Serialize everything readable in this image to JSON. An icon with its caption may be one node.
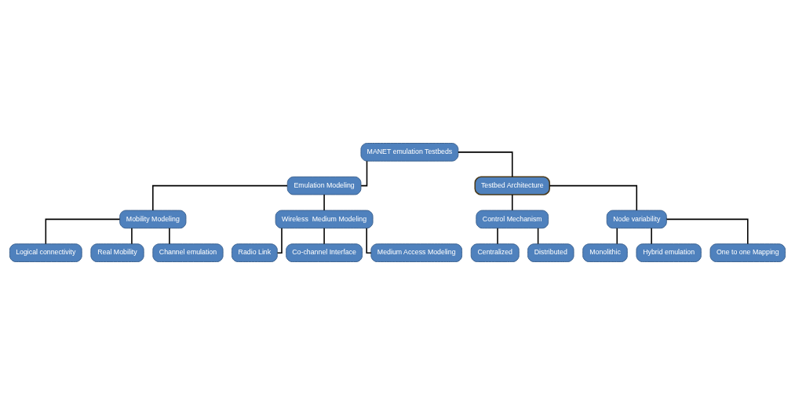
{
  "diagram": {
    "nodes": [
      {
        "text": [
          "MANET emulation Testbeds"
        ]
      },
      {
        "text": [
          "Emulation Modeling"
        ]
      },
      {
        "text": [
          "Testbed Architecture"
        ]
      },
      {
        "text": [
          "Mobility Modeling"
        ]
      },
      {
        "text": [
          "Wireless  Medium Modeling"
        ]
      },
      {
        "text": [
          "Logical connectivity"
        ]
      },
      {
        "text": [
          "Real Mobility"
        ]
      },
      {
        "text": [
          "Channel emulation"
        ]
      },
      {
        "text": [
          "Radio Link"
        ]
      },
      {
        "text": [
          "Co-channel Interface"
        ]
      },
      {
        "text": [
          "Medium Access Modeling"
        ]
      },
      {
        "text": [
          "Control Mechanism"
        ]
      },
      {
        "text": [
          "Node variability"
        ]
      },
      {
        "text": [
          "Monolithic"
        ]
      },
      {
        "text": [
          "Hybrid emulation"
        ]
      },
      {
        "text": [
          "One to one Mapping"
        ]
      },
      {
        "text": [
          "Centralized"
        ]
      },
      {
        "text": [
          "Distributed"
        ]
      }
    ],
    "edges": [
      {
        "from": 0,
        "to": 1,
        "arrow": "none"
      },
      {
        "from": 0,
        "to": 2,
        "arrow": "none"
      },
      {
        "from": 1,
        "to": 3,
        "arrow": "none"
      },
      {
        "from": 1,
        "to": 4,
        "arrow": "none"
      },
      {
        "from": 3,
        "to": 5,
        "arrow": "none"
      },
      {
        "from": 3,
        "to": 6,
        "arrow": "none"
      },
      {
        "from": 3,
        "to": 7,
        "arrow": "none"
      },
      {
        "from": 4,
        "to": 8,
        "arrow": "none"
      },
      {
        "from": 4,
        "to": 9,
        "arrow": "none"
      },
      {
        "from": 4,
        "to": 10,
        "arrow": "none"
      },
      {
        "from": 2,
        "to": 11,
        "arrow": "none"
      },
      {
        "from": 2,
        "to": 12,
        "arrow": "none"
      },
      {
        "from": 12,
        "to": 13,
        "arrow": "none"
      },
      {
        "from": 12,
        "to": 14,
        "arrow": "none"
      },
      {
        "from": 12,
        "to": 15,
        "arrow": "none"
      },
      {
        "from": 11,
        "to": 16,
        "arrow": "none"
      },
      {
        "from": 11,
        "to": 17,
        "arrow": "none"
      }
    ]
  }
}
